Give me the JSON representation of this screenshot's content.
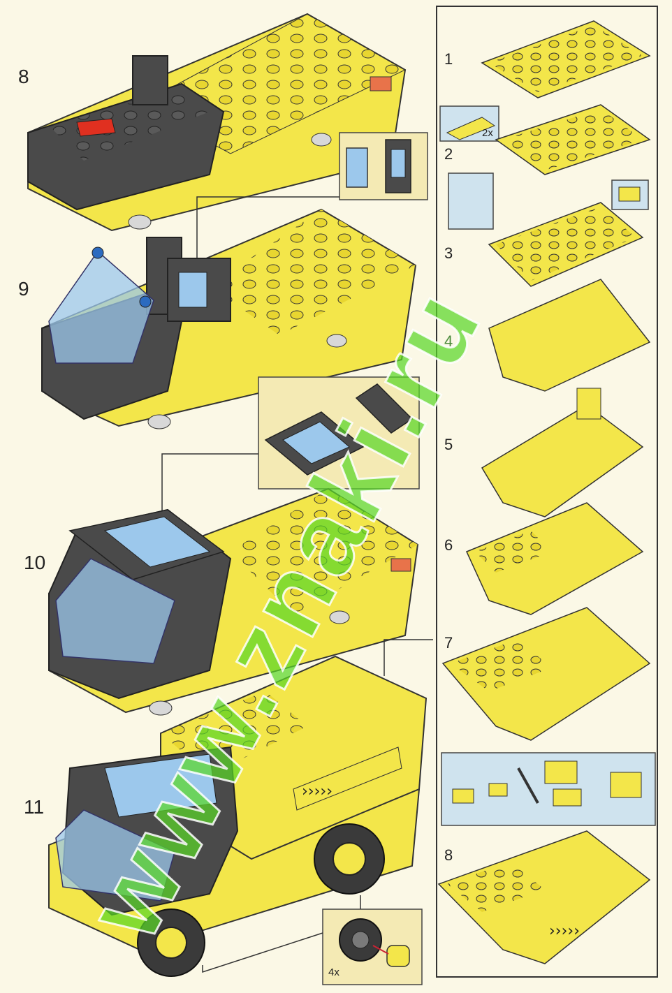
{
  "steps": {
    "s8": "8",
    "s9": "9",
    "s10": "10",
    "s11": "11"
  },
  "sub_steps": {
    "s1": "1",
    "s2": "2",
    "s3": "3",
    "s4": "4",
    "s5": "5",
    "s6": "6",
    "s7": "7",
    "s8": "8"
  },
  "multipliers": {
    "sub2": "2x",
    "wheels": "4x"
  },
  "watermark": {
    "text": "www.znaki.ru"
  },
  "colors": {
    "brick_yellow": "#f3e64a",
    "brick_dark": "#4a4a4a",
    "trans_blue": "#9cc8ec",
    "panel_bg": "#f6efbe",
    "inset_blue": "#cfe3ee",
    "watermark_green": "#5ad728"
  }
}
